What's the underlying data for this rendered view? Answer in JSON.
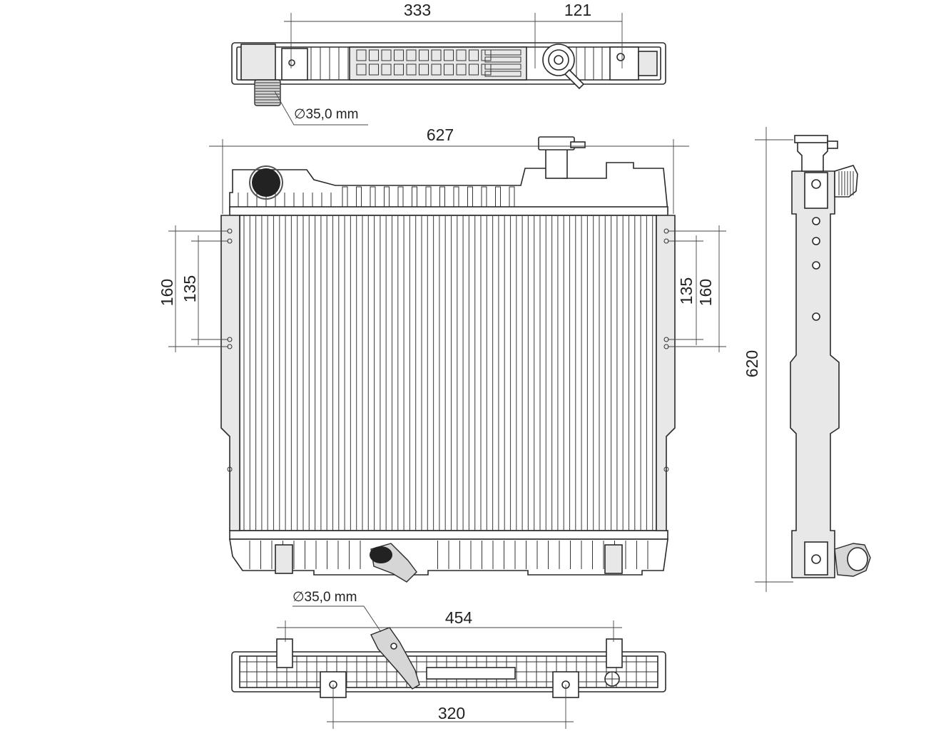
{
  "drawing": {
    "top_view": {
      "dim_left": "333",
      "dim_right": "121",
      "pipe_diameter": "∅35,0 mm"
    },
    "front_view": {
      "width": "627",
      "left_outer": "160",
      "left_inner": "135",
      "right_inner": "135",
      "right_outer": "160"
    },
    "side_view": {
      "height": "620"
    },
    "bottom_view": {
      "pipe_diameter": "∅35,0 mm",
      "dim_upper": "454",
      "dim_lower": "320"
    }
  },
  "colors": {
    "line": "#2a2a2a",
    "fill_light": "#e8e8e8",
    "fill_dark": "#222222"
  }
}
